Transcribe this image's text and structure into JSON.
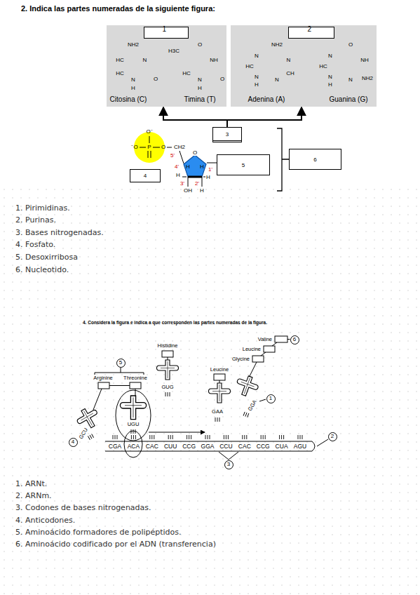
{
  "diagram": {
    "title": "2. Indica las partes numeradas de la siguiente figura:",
    "nodes": [
      {
        "text": [
          "Citosina (C)",
          "Timina (T)"
        ]
      },
      {
        "text": [
          "1"
        ],
        "in": 0
      },
      {
        "text": [
          "Adenina (A)",
          "Guanina (G)"
        ]
      },
      {
        "text": [
          "2"
        ],
        "in": 2
      },
      {
        "text": [
          "3"
        ]
      },
      {
        "text": [
          "4"
        ]
      },
      {
        "text": [
          "5"
        ]
      },
      {
        "text": [
          "6"
        ]
      },
      {
        "text": [
          "5"
        ]
      },
      {
        "text": [
          "6"
        ]
      },
      {
        "text": [
          "1"
        ]
      },
      {
        "text": [
          "4"
        ]
      },
      {
        "text": [
          "2"
        ]
      },
      {
        "text": [
          "3"
        ]
      }
    ],
    "edges": [
      {
        "from": 4,
        "to": 0,
        "arrow": "to"
      },
      {
        "from": 4,
        "to": 2,
        "arrow": "to"
      }
    ],
    "labels": [
      "NH2",
      "N",
      "O",
      "N",
      "H",
      "HC",
      "HC",
      "O",
      "H3C",
      "NH",
      "O",
      "N",
      "H",
      "HC",
      "NH2",
      "N",
      "CH",
      "N",
      "N",
      "HC",
      "N",
      "H",
      "O",
      "NH",
      "NH2",
      "N",
      "N",
      "HC",
      "N",
      "H",
      "O⁻",
      "⁻O",
      "P",
      "O",
      "CH2",
      "O",
      "5'",
      "4'",
      "H",
      "H",
      "1'",
      "H",
      "3'",
      "2'",
      "H",
      "OH",
      "H",
      "1. Pirimidinas.",
      "2. Purinas.",
      "3. Bases nitrogenadas.",
      "4. Fosfato.",
      "5. Desoxirribosa",
      "6. Nucleotido.",
      "4. Considera la figura e indica a que corresponden las partes numeradas de la figura.",
      "Histidine",
      "Valine",
      "Leucine",
      "Glycine",
      "Leucine",
      "Arginine",
      "Threonine",
      "GUG",
      "GAA",
      "GGA",
      "GCU",
      "UGU",
      "CGA",
      "ACA",
      "CAC",
      "CUU",
      "CCG",
      "GGA",
      "CCU",
      "CAC",
      "CCG",
      "CUA",
      "AGU",
      "1. ARNt.",
      "2. ARNm.",
      "3. Codones de bases nitrogenadas.",
      "4. Anticodones.",
      "5. Aminoácido formadores de polipéptidos.",
      "6. Aminoácido codificado por el ADN (transferencia)"
    ]
  }
}
